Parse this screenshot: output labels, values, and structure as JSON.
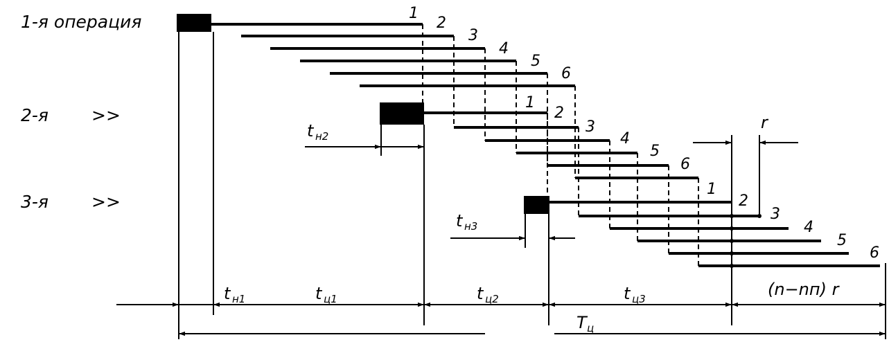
{
  "operations": {
    "op1": "1-я операция",
    "op2": "2-я",
    "op3": "3-я",
    "ditto": ">>"
  },
  "part_numbers": [
    "1",
    "2",
    "3",
    "4",
    "5",
    "6"
  ],
  "labels": {
    "t": "t",
    "T": "T",
    "r": "r",
    "n_sub1": "н1",
    "n_sub2": "н2",
    "n_sub3": "н3",
    "c_sub1": "ц1",
    "c_sub2": "ц2",
    "c_sub3": "ц3",
    "T_sub": "ц",
    "formula": "(n−nп) r"
  },
  "colors": {
    "ink": "#000000",
    "paper": "#ffffff"
  }
}
